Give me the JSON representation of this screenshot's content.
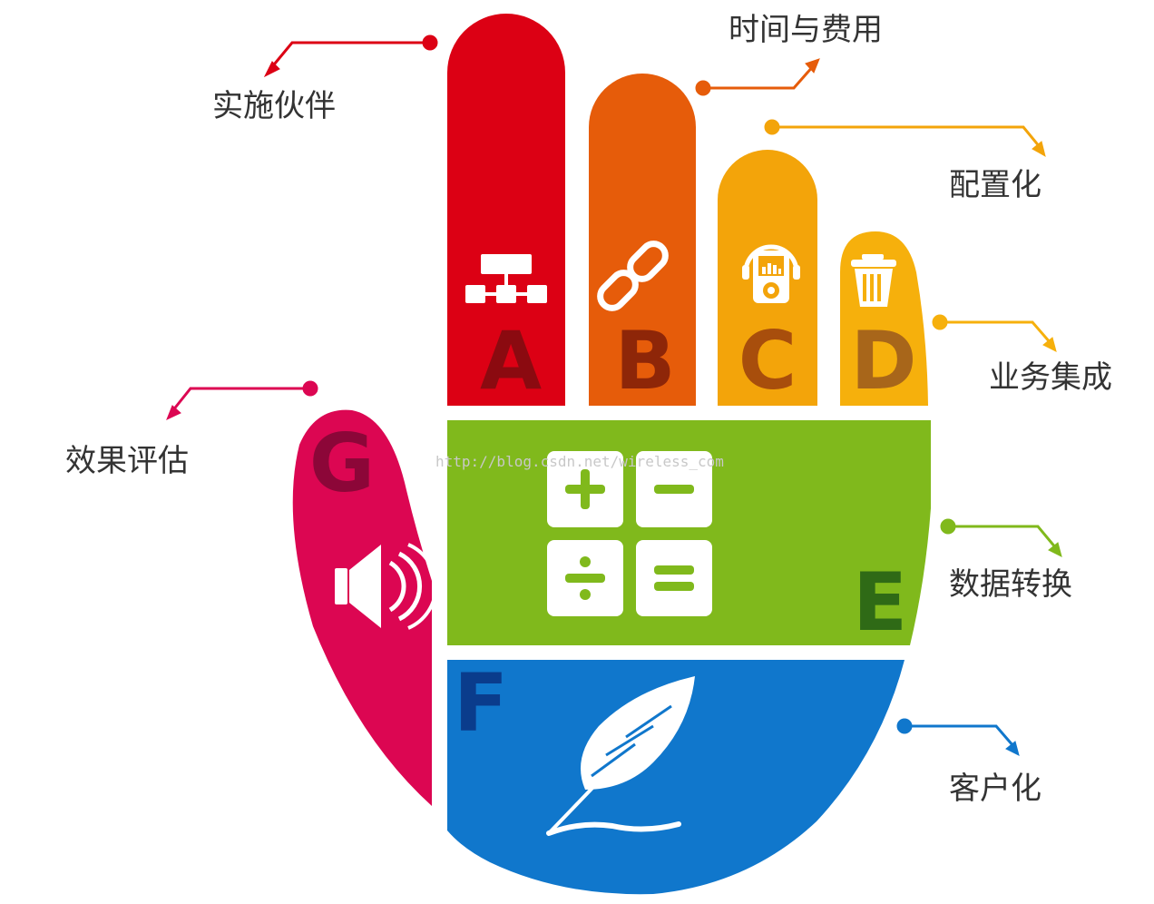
{
  "diagram": {
    "watermark": "http://blog.csdn.net/wireless_com",
    "sections": [
      {
        "id": "A",
        "letter": "A",
        "label": "实施伙伴",
        "color": "#dc0014",
        "letter_color": "#8b0a10",
        "icon": "sitemap-icon"
      },
      {
        "id": "B",
        "letter": "B",
        "label": "时间与费用",
        "color": "#e65c0a",
        "letter_color": "#8e2608",
        "icon": "chain-link-icon"
      },
      {
        "id": "C",
        "letter": "C",
        "label": "配置化",
        "color": "#f3a40a",
        "letter_color": "#a84e0c",
        "icon": "media-player-icon"
      },
      {
        "id": "D",
        "letter": "D",
        "label": "业务集成",
        "color": "#f6b00c",
        "letter_color": "#a8661a",
        "icon": "trash-can-icon"
      },
      {
        "id": "E",
        "letter": "E",
        "label": "数据转换",
        "color": "#80b91c",
        "letter_color": "#2f6a16",
        "icon": "calculator-icon"
      },
      {
        "id": "F",
        "letter": "F",
        "label": "客户化",
        "color": "#1077cc",
        "letter_color": "#0a3c8c",
        "icon": "feather-icon"
      },
      {
        "id": "G",
        "letter": "G",
        "label": "效果评估",
        "color": "#dc0652",
        "letter_color": "#8c0638",
        "icon": "speaker-icon"
      }
    ],
    "calculator": {
      "plus": "+",
      "minus": "−",
      "divide": "÷",
      "equals": "="
    }
  }
}
